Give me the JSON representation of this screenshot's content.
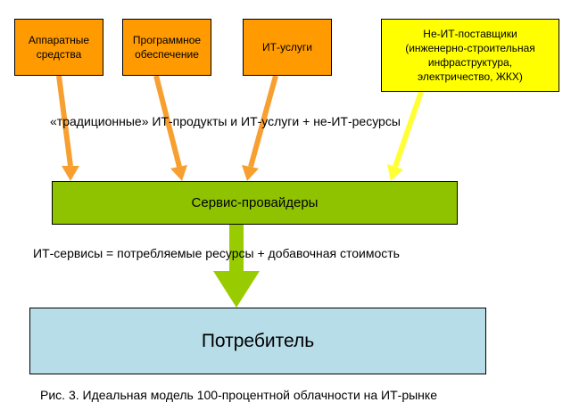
{
  "sources": [
    {
      "id": "hardware",
      "label": "Аппаратные\nсредства"
    },
    {
      "id": "software",
      "label": "Программное\nобеспечение"
    },
    {
      "id": "it_services",
      "label": "ИТ-услуги"
    },
    {
      "id": "non_it_suppliers",
      "label": "Не-ИТ-поставщики\n(инженерно-строительная\nинфраструктура,\nэлектричество, ЖКХ)"
    }
  ],
  "flow_label_top": "«традиционные» ИТ-продукты и ИТ-услуги + не-ИТ-ресурсы",
  "service_providers": "Сервис-провайдеры",
  "flow_label_bottom": "ИТ-сервисы = потребляемые ресурсы + добавочная стоимость",
  "consumer": "Потребитель",
  "caption": "Рис. 3. Идеальная модель 100-процентной облачности на ИТ-рынке",
  "colors": {
    "orange_box": "#ff9b00",
    "orange_arrow": "#f7a030",
    "yellow_box": "#ffff00",
    "yellow_arrow": "#ffff33",
    "green_box": "#8fc300",
    "green_arrow": "#99cc00",
    "consumer_box": "#b7dde8"
  }
}
